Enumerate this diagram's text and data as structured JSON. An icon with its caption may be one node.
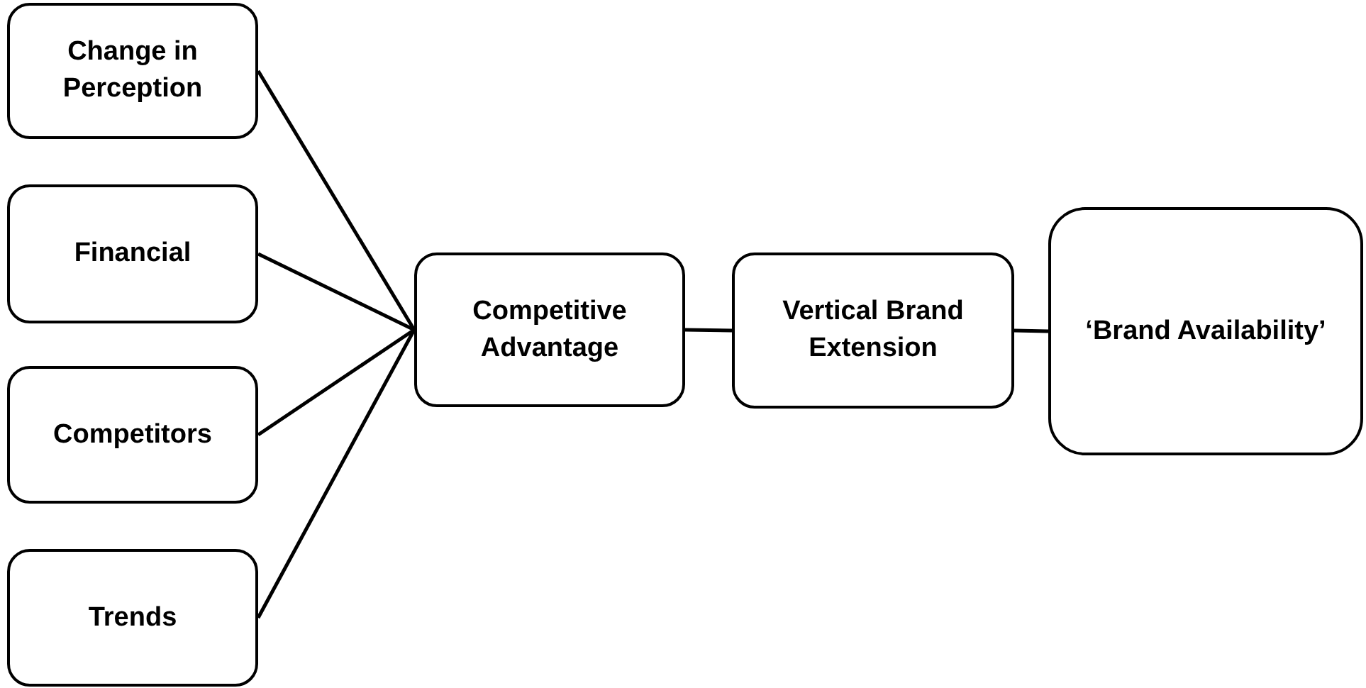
{
  "diagram": {
    "nodes": [
      {
        "text": [
          "Change in Perception"
        ]
      },
      {
        "text": [
          "Financial"
        ]
      },
      {
        "text": [
          "Competitors"
        ]
      },
      {
        "text": [
          "Trends"
        ]
      },
      {
        "text": [
          "Competitive Advantage"
        ]
      },
      {
        "text": [
          "Vertical Brand Extension"
        ]
      },
      {
        "text": [
          "‘Brand Availability’"
        ]
      }
    ],
    "edges": [
      {
        "from": 0,
        "to": 4,
        "arrow": "none"
      },
      {
        "from": 1,
        "to": 4,
        "arrow": "none"
      },
      {
        "from": 2,
        "to": 4,
        "arrow": "none"
      },
      {
        "from": 3,
        "to": 4,
        "arrow": "none"
      },
      {
        "from": 4,
        "to": 5,
        "arrow": "none"
      },
      {
        "from": 5,
        "to": 6,
        "arrow": "none"
      }
    ]
  }
}
